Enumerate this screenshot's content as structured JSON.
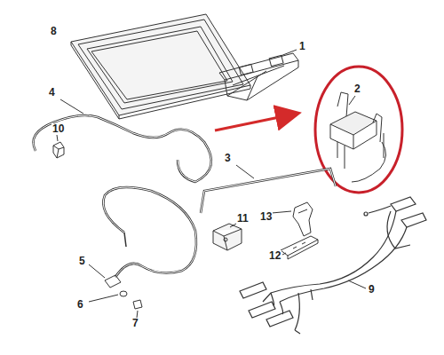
{
  "diagram": {
    "labels": [
      "8",
      "1",
      "2",
      "4",
      "10",
      "3",
      "11",
      "13",
      "12",
      "5",
      "9",
      "6",
      "7"
    ]
  }
}
